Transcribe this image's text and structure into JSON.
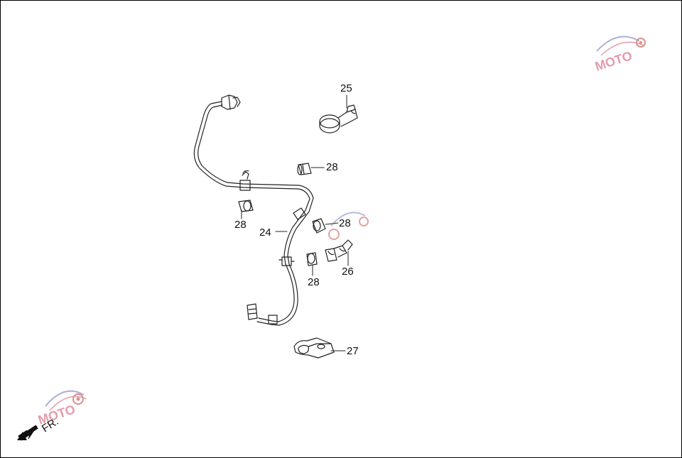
{
  "diagram": {
    "callouts": {
      "c24": "24",
      "c25": "25",
      "c26": "26",
      "c27": "27",
      "c28a": "28",
      "c28b": "28",
      "c28c": "28",
      "c28d": "28"
    },
    "direction_label": "FR."
  },
  "watermark": {
    "letters": "MOTO",
    "colors": {
      "primary": "#d24b6a",
      "secondary": "#6a6fb5",
      "gear": "#c0392b"
    }
  }
}
